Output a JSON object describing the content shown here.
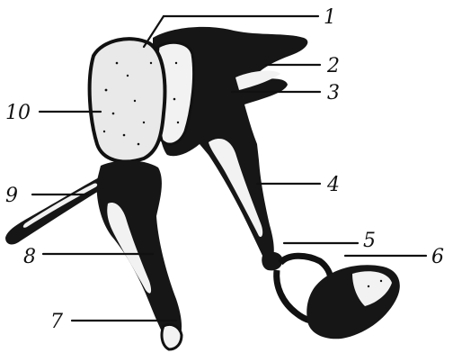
{
  "figure": {
    "labels": [
      {
        "id": "label-1",
        "text": "1"
      },
      {
        "id": "label-2",
        "text": "2"
      },
      {
        "id": "label-3",
        "text": "3"
      },
      {
        "id": "label-4",
        "text": "4"
      },
      {
        "id": "label-5",
        "text": "5"
      },
      {
        "id": "label-6",
        "text": "6"
      },
      {
        "id": "label-7",
        "text": "7"
      },
      {
        "id": "label-8",
        "text": "8"
      },
      {
        "id": "label-9",
        "text": "9"
      },
      {
        "id": "label-10",
        "text": "10"
      }
    ]
  }
}
